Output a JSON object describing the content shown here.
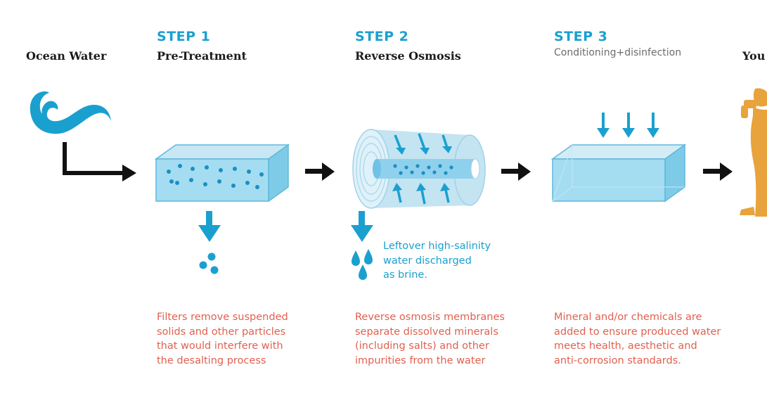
{
  "colors": {
    "accent_blue": "#1aa0cf",
    "description_red": "#e0614f",
    "person_orange": "#e8a33c",
    "arrow_black": "#111111"
  },
  "source": {
    "label": "Ocean Water",
    "icon": "wave-icon"
  },
  "steps": [
    {
      "number": "STEP 1",
      "title": "Pre-Treatment",
      "icon": "filter-tank-icon",
      "description": [
        "Filters remove suspended",
        "solids and other particles",
        "that would interfere with",
        "the desalting process"
      ]
    },
    {
      "number": "STEP 2",
      "title": "Reverse Osmosis",
      "icon": "membrane-cylinder-icon",
      "byproduct": [
        "Leftover high-salinity",
        "water discharged",
        "as brine."
      ],
      "description": [
        "Reverse osmosis membranes",
        "separate dissolved minerals",
        "(including salts) and other",
        "impurities from the water"
      ]
    },
    {
      "number": "STEP 3",
      "title": "Conditioning+disinfection",
      "icon": "conditioning-tank-icon",
      "description": [
        "Mineral and/or chemicals are",
        "added to ensure produced water",
        "meets health, aesthetic and",
        "anti-corrosion standards."
      ]
    }
  ],
  "destination": {
    "label": "You",
    "icon": "person-drinking-icon"
  }
}
